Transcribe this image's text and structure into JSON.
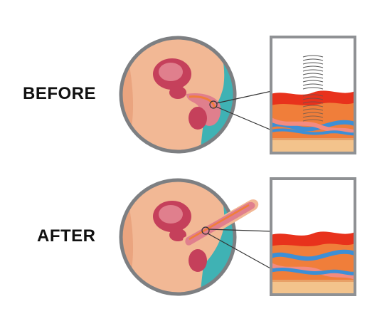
{
  "labels": {
    "before": "BEFORE",
    "after": "AFTER"
  },
  "colors": {
    "circle_border": "#7d7f82",
    "teal_background": "#3fb2b4",
    "skin": "#f2b895",
    "organ_red": "#c5405b",
    "organ_pink": "#e07f8d",
    "tissue_orange": "#f07e3a",
    "tissue_red": "#e8321c",
    "vessel_blue": "#3d8fd6",
    "vessel_pink": "#f38b80",
    "box_border": "#8f9194",
    "box_bottom": "#f3c38c"
  },
  "icons": [
    "magnifier-line",
    "wave-signal-icon"
  ]
}
